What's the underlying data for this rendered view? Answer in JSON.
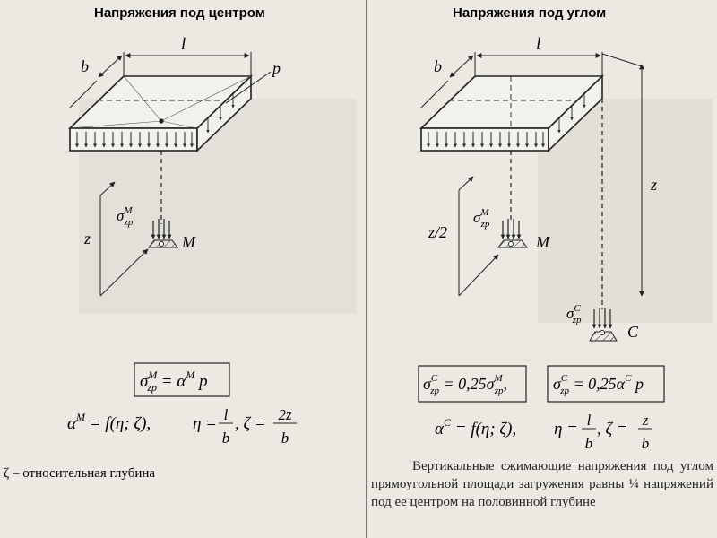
{
  "left": {
    "title": "Напряжения под центром",
    "dim_l": "l",
    "dim_b": "b",
    "load_p": "p",
    "depth": "z",
    "stress_point": "M",
    "stress_sym": "σ",
    "stress_sup": "M",
    "stress_sub": "zp",
    "boxed_formula": {
      "lhs": "σ",
      "lhs_sup": "M",
      "lhs_sub": "zp",
      "eq": " = α",
      "alpha_sup": "M",
      "rhs": " p"
    },
    "formula_line": {
      "a": "α",
      "a_sup": "M",
      "a_rest": " = f(η; ζ),",
      "eta": "η =",
      "eta_num": "l",
      "eta_den": "b",
      "zeta": ",   ζ =",
      "zeta_num": "2z",
      "zeta_den": "b"
    },
    "note": "ζ – относительная глубина"
  },
  "right": {
    "title": "Напряжения под углом",
    "dim_l": "l",
    "dim_b": "b",
    "half_depth": "z/2",
    "depth": "z",
    "stress_point_m": "M",
    "stress_point_c": "C",
    "stress_sym": "σ",
    "stress_sup_m": "M",
    "stress_sup_c": "C",
    "stress_sub": "zp",
    "boxed_formula_1": {
      "lhs": "σ",
      "lhs_sup": "C",
      "lhs_sub": "zp",
      "eq": " = 0,25σ",
      "rhs_sup": "M",
      "rhs_sub": "zp",
      "tail": ","
    },
    "boxed_formula_2": {
      "lhs": "σ",
      "lhs_sup": "C",
      "lhs_sub": "zp",
      "eq": " = 0,25α",
      "alpha_sup": "C",
      "rhs": " p"
    },
    "formula_line": {
      "a": "α",
      "a_sup": "C",
      "a_rest": " = f(η; ζ),",
      "eta": "η =",
      "eta_num": "l",
      "eta_den": "b",
      "zeta": ",  ζ =",
      "zeta_num": "z",
      "zeta_den": "b"
    },
    "paragraph": "Вертикальные сжимающие напряжения под углом прямоугольной площади загружения равны ¼ напряжений под ее центром на половинной глубине"
  }
}
